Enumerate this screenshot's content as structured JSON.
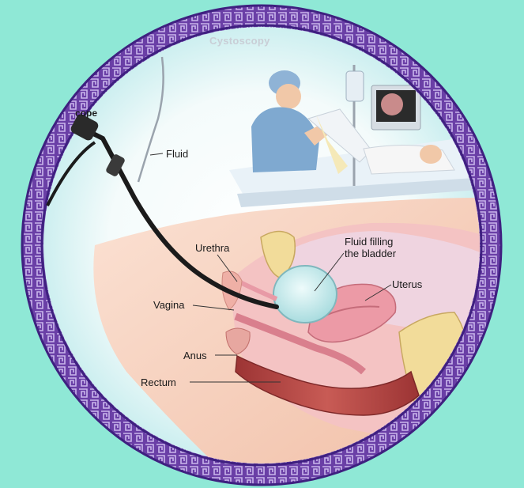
{
  "diagram": {
    "title": "Cystoscopy",
    "partial_label": "cope",
    "labels": {
      "fluid": "Fluid",
      "urethra": "Urethra",
      "bladder_line1": "Fluid filling",
      "bladder_line2": "the bladder",
      "uterus": "Uterus",
      "vagina": "Vagina",
      "anus": "Anus",
      "rectum": "Rectum"
    },
    "colors": {
      "background": "#8fe8d6",
      "frame": "#6a3fa6",
      "frame_pattern": "#c9b6ec",
      "skin": "#f4c9b2",
      "tissue_pink": "#e99aa8",
      "rectum": "#b84747",
      "bladder_fluid": "#cfeff0",
      "scope": "#1b1b1b"
    }
  }
}
